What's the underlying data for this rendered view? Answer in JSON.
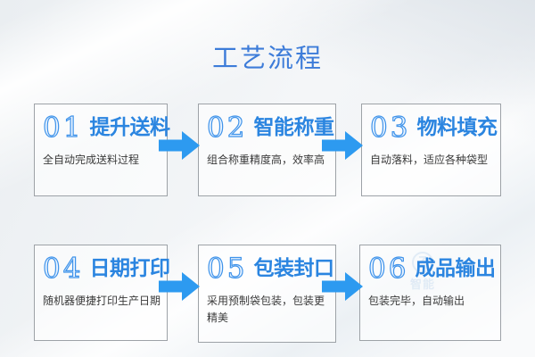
{
  "page_title": "工艺流程",
  "theme": {
    "title_color": "#3d7cd9",
    "step_title_color": "#2b85e0",
    "number_color": "#3f93ea",
    "arrow_color": "#2d9af0",
    "subtitle_color": "#3a3a3a",
    "box_border_color": "#9da2a7"
  },
  "watermark": {
    "text": "智能",
    "symbol": "Z"
  },
  "steps": [
    {
      "number": "01",
      "title": "提升送料",
      "description": "全自动完成送料过程"
    },
    {
      "number": "02",
      "title": "智能称重",
      "description": "组合称重精度高，效率高"
    },
    {
      "number": "03",
      "title": "物料填充",
      "description": "自动落料，适应各种袋型"
    },
    {
      "number": "04",
      "title": "日期打印",
      "description": "随机器便捷打印生产日期"
    },
    {
      "number": "05",
      "title": "包装封口",
      "description": "采用预制袋包装，包装更精美"
    },
    {
      "number": "06",
      "title": "成品输出",
      "description": "包装完毕，自动输出"
    }
  ]
}
